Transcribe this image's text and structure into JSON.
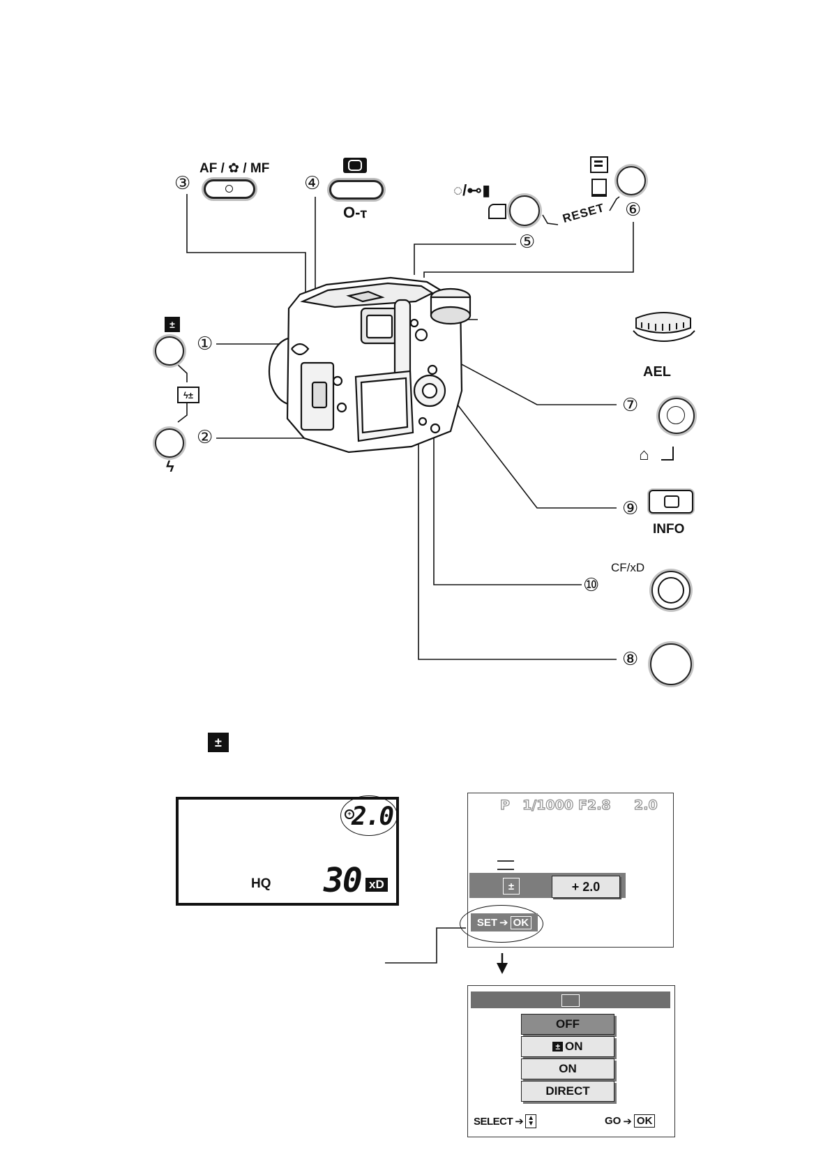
{
  "buttons": {
    "b3": {
      "number": "③",
      "label": "AF / ✿ / MF"
    },
    "b4": {
      "number": "④"
    },
    "b5": {
      "number": "⑤",
      "reset": "RESET"
    },
    "b6": {
      "number": "⑥"
    },
    "b1": {
      "number": "①"
    },
    "b2": {
      "number": "②"
    },
    "b7": {
      "number": "⑦",
      "label": "AEL"
    },
    "b9": {
      "number": "⑨",
      "label": "INFO"
    },
    "b10": {
      "number": "⑩",
      "label": "CF/xD"
    },
    "b8": {
      "number": "⑧"
    }
  },
  "lcd": {
    "exposure": "2.0",
    "quality": "HQ",
    "count": "30",
    "card": "xD"
  },
  "monitor": {
    "mode": "P",
    "shutter": "1/1000",
    "aperture": "F2.8",
    "ev": "2.0",
    "value": "+ 2.0",
    "set": "SET",
    "ok": "OK"
  },
  "menu": {
    "items": [
      "OFF",
      "ON",
      "ON",
      "DIRECT"
    ],
    "select": "SELECT",
    "go": "GO",
    "ok": "OK"
  },
  "colors": {
    "menu_header": "#6f6f6f",
    "selected_item": "#8c8c8c",
    "osd_bar": "#7d7d7d"
  }
}
